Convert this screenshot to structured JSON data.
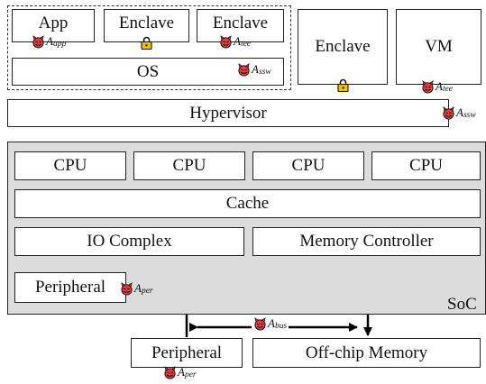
{
  "software": {
    "app": "App",
    "enclave_left": "Enclave",
    "enclave_right": "Enclave",
    "os": "OS",
    "enclave_vm": "Enclave",
    "vm": "VM",
    "hypervisor": "Hypervisor"
  },
  "hardware": {
    "cpus": [
      "CPU",
      "CPU",
      "CPU",
      "CPU"
    ],
    "cache": "Cache",
    "io_complex": "IO Complex",
    "memory_controller": "Memory Controller",
    "peripheral_internal": "Peripheral",
    "soc": "SoC"
  },
  "external": {
    "peripheral": "Peripheral",
    "offchip_memory": "Off-chip Memory"
  },
  "attackers": {
    "A_app": {
      "base": "A",
      "sub": "app"
    },
    "A_tee_enclave": {
      "base": "A",
      "sub": "tee"
    },
    "A_ssw_os": {
      "base": "A",
      "sub": "ssw"
    },
    "A_tee_vm": {
      "base": "A",
      "sub": "tee"
    },
    "A_ssw_hyp": {
      "base": "A",
      "sub": "ssw"
    },
    "A_per_internal": {
      "base": "A",
      "sub": "per"
    },
    "A_bus": {
      "base": "A",
      "sub": "bus"
    },
    "A_per_external": {
      "base": "A",
      "sub": "per"
    }
  },
  "colors": {
    "soc_fill": "#dcdcdc",
    "devil": "#e23b3b",
    "lock": "#f2c200"
  }
}
